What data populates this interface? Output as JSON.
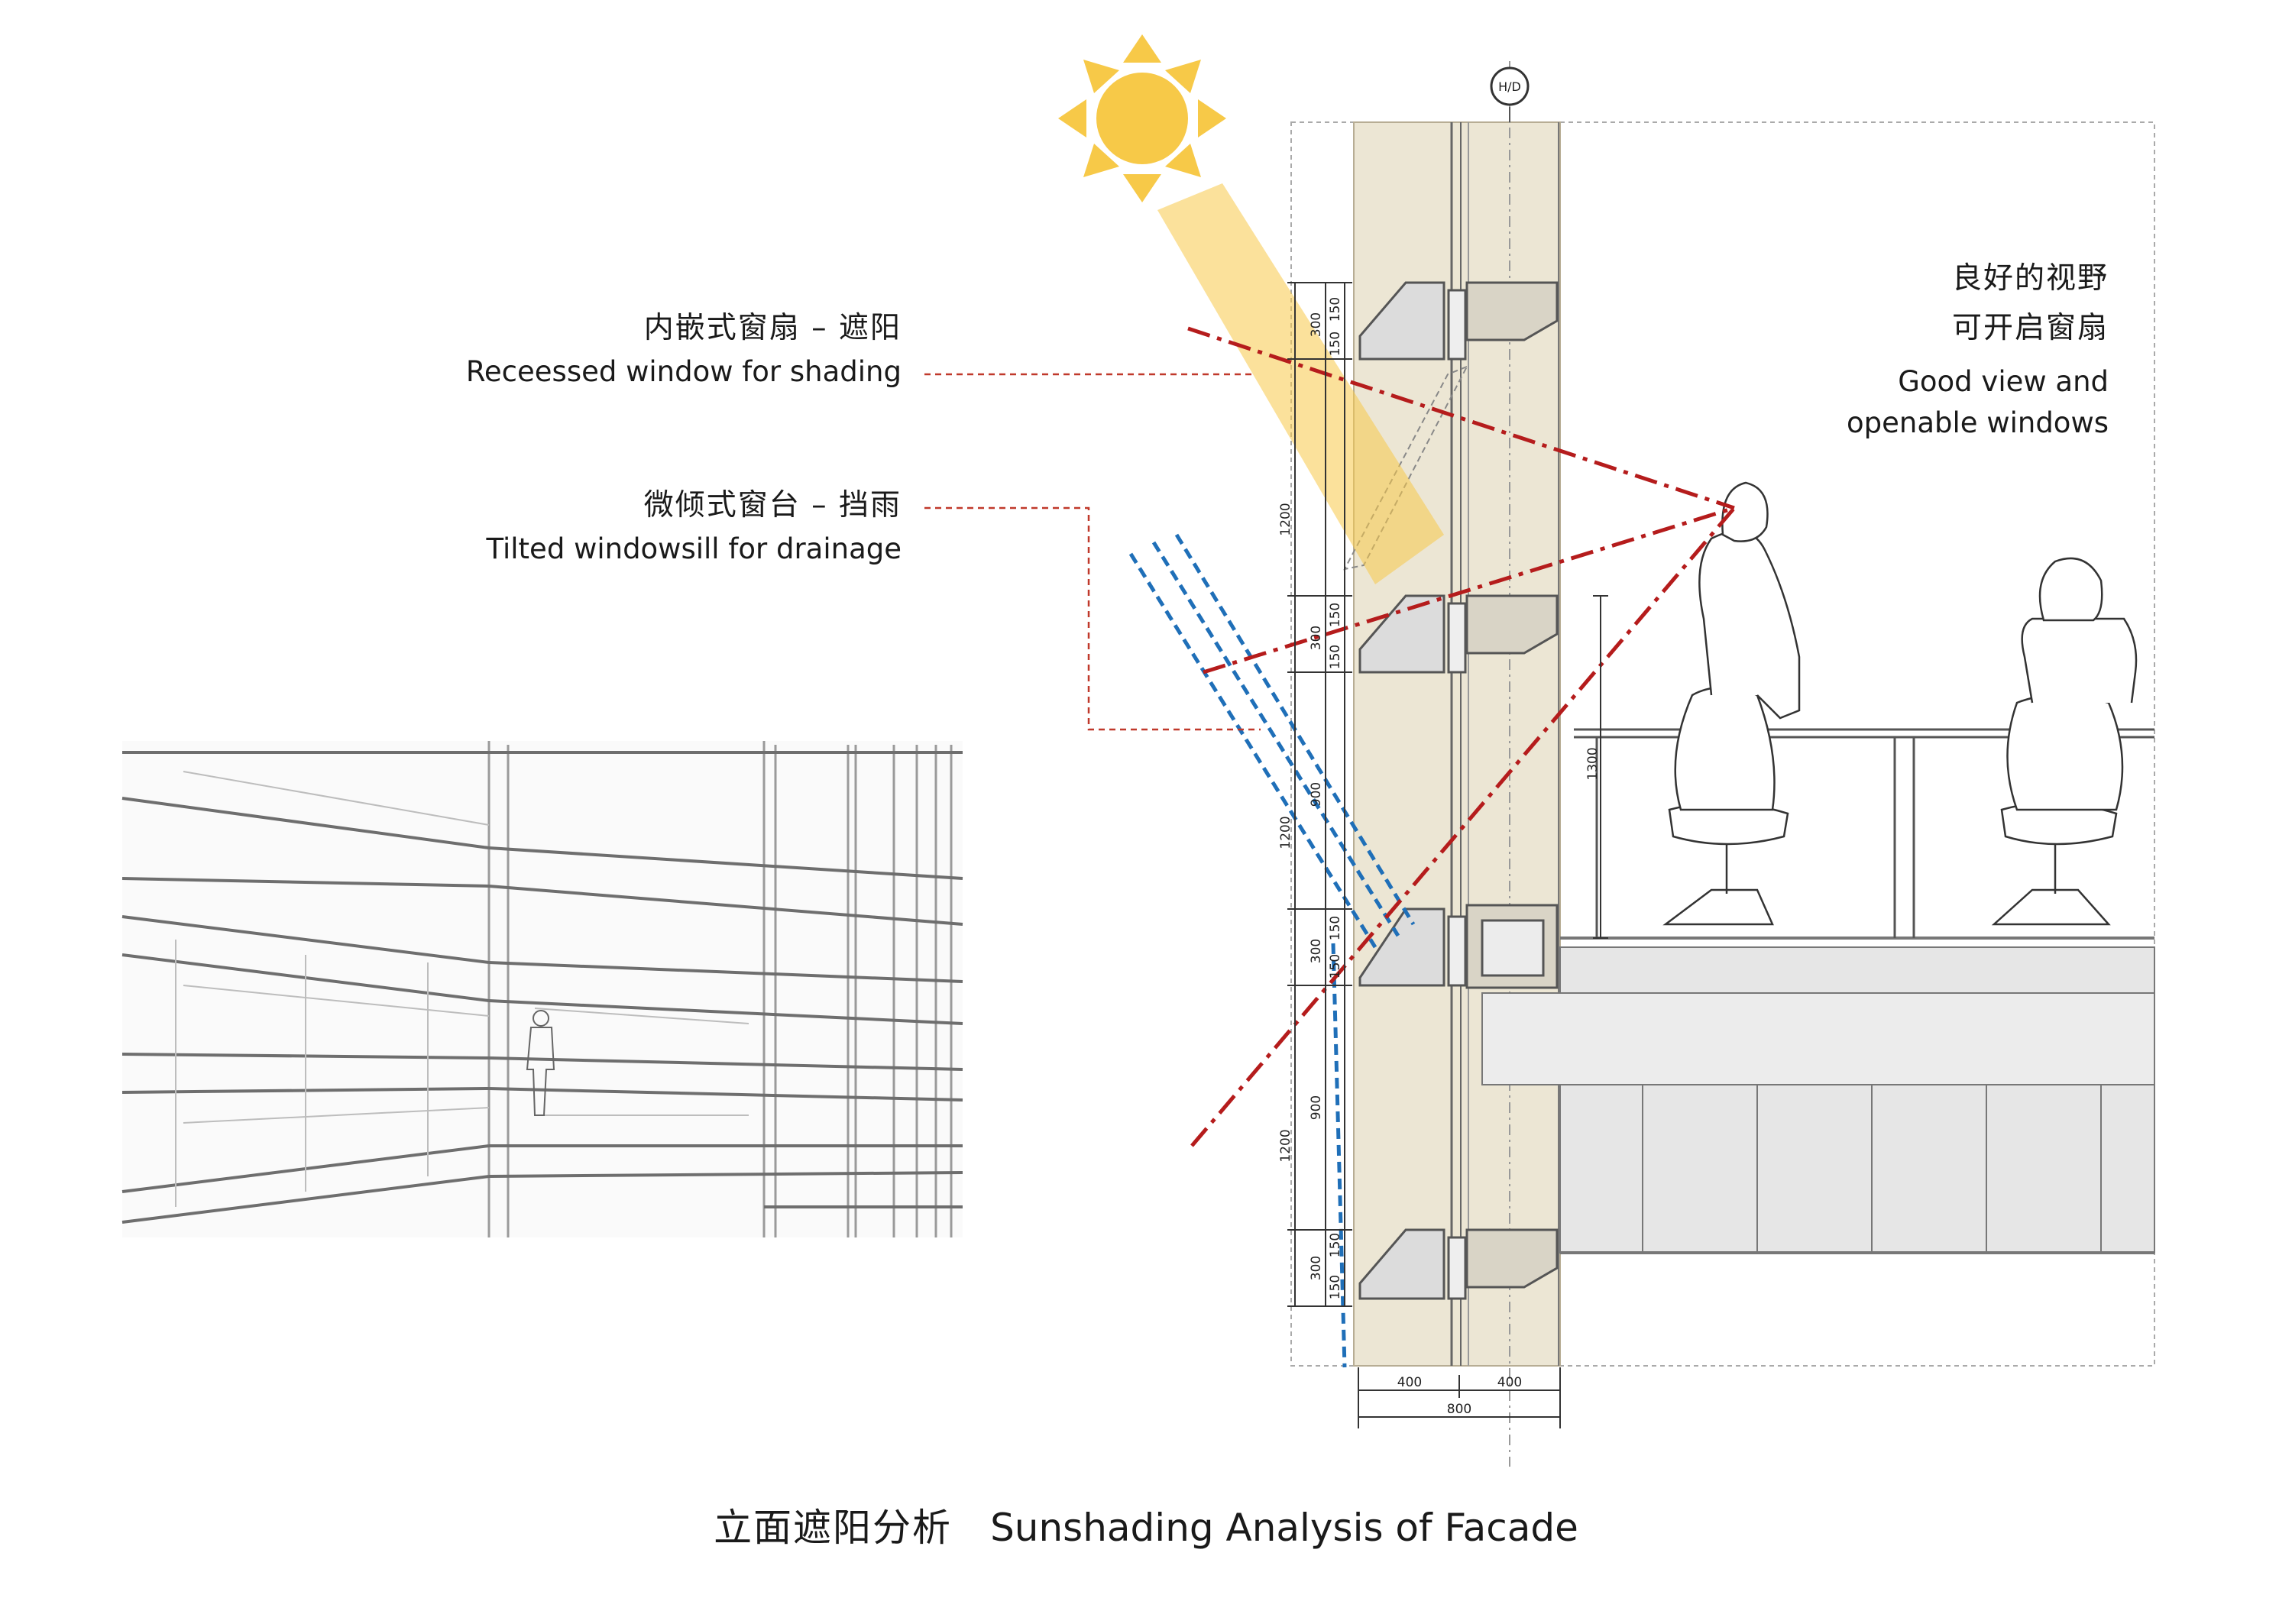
{
  "labels": {
    "recessed_cn": "内嵌式窗扇 – 遮阳",
    "recessed_en": "Receessed window for shading",
    "tilted_cn": "微倾式窗台 – 挡雨",
    "tilted_en": "Tilted windowsill for drainage",
    "view_cn_1": "良好的视野",
    "view_cn_2": "可开启窗扇",
    "view_en_1": "Good view and",
    "view_en_2": "openable windows"
  },
  "grid_marker": "H/D",
  "dimensions": {
    "v150": "150",
    "v300": "300",
    "v1200": "1200",
    "v900": "900",
    "v1300": "1300",
    "h400a": "400",
    "h400b": "400",
    "h800": "800"
  },
  "caption": {
    "cn": "立面遮阳分析",
    "en": "Sunshading Analysis of Facade"
  },
  "colors": {
    "wall": "#ece6d4",
    "sun": "#f7c948",
    "sight_line": "#b51c1c",
    "rain_line": "#1f6fb8",
    "leader": "#c0392b"
  }
}
